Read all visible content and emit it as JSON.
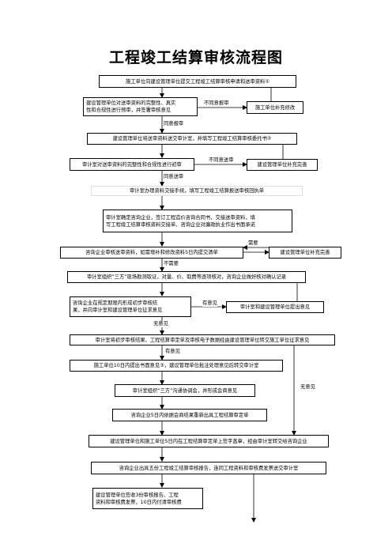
{
  "title": "工程竣工结算审核流程图",
  "nodes": {
    "n1": "施工单位向建设管理单位提交工程竣工结算审核申请和送审资料①",
    "n2": "建设管理单位对送审资料的完整性、真实\n性和合规性进行预审，并签署审核意见",
    "n2r": "施工单位补充修改",
    "n3": "建设管理单位将送审资料送交审计室，并填写工程竣工结算审核委托书②",
    "n4": "审计室对送审资料的完整性和合规性进行初审",
    "n4r": "建设管理单位补充完善",
    "n5": "审计室办理资料交接手续，填写工程竣工结算报送审核回执单",
    "n6": "审计室确定咨询企业，签订工程造价咨询合同书，交接送审资料，填\n写工程竣工结算审核资料交接单、咨询企业对廉政执业作出书面承诺",
    "n7": "咨询企业审核送审资料，如需增补和修改资料5日内提交清单",
    "n7r": "建设管理单位补充完善",
    "n8": "审计室组织“三方”现场勘测取证，对量、价、取费等逐项核对，咨询企业做好核对确认记录",
    "n9": "咨询企业在规定期限内形成初步审核结\n果，并向审计室和建设管理单位征求意见",
    "n9r": "审计室和建设管理单位提出意见",
    "n10": "审计室将初步审核结果、工程结算审定单及审核电子数据经由建设管理单位转交施工单位征求意见",
    "n11": "施工单位10日内提出书面意见③，建设管理单位批注处理意见后转交审计室",
    "n12": "审计室组织“三方”沟通协调会，并形成会商意见",
    "n13": "咨询企业5日内依据会商结果重新出具工程结算审定单",
    "n14": "建设管理单位和施工单位5日内在工程结算审定单上签字盖章，经由审计室转交给咨询企业",
    "n15": "咨询企业出具五份工程竣工结算审核报告，连同工程资料和审核费发票送交审计室",
    "n16": "建设管理单位签收3份审核报告、工程\n资料和审核费发票，10日内付清审核费"
  },
  "labels": {
    "l_disagree1": "不同意报审",
    "l_agree1": "同意报审",
    "l_disagree2": "不同意送审",
    "l_agree2": "同意送审",
    "l_need": "需要",
    "l_noneed": "不需要",
    "l_hasopinion1": "有意见",
    "l_noopinion1": "无意见",
    "l_hasopinion2": "有意见",
    "l_noopinion2": "无意见"
  }
}
